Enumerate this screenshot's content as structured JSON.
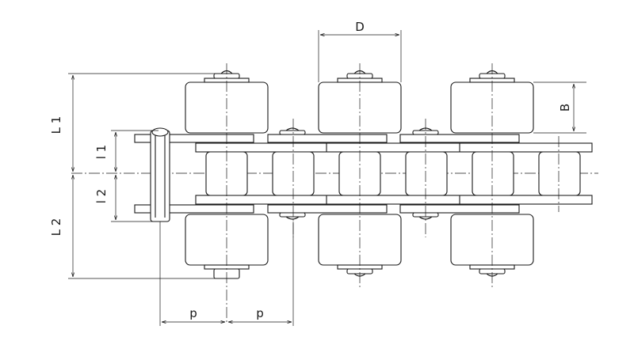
{
  "labels": {
    "D": "D",
    "B": "B",
    "L1": "L 1",
    "L2": "L 2",
    "l1": "l 1",
    "l2": "l 2",
    "p_left": "p",
    "p_right": "p"
  }
}
